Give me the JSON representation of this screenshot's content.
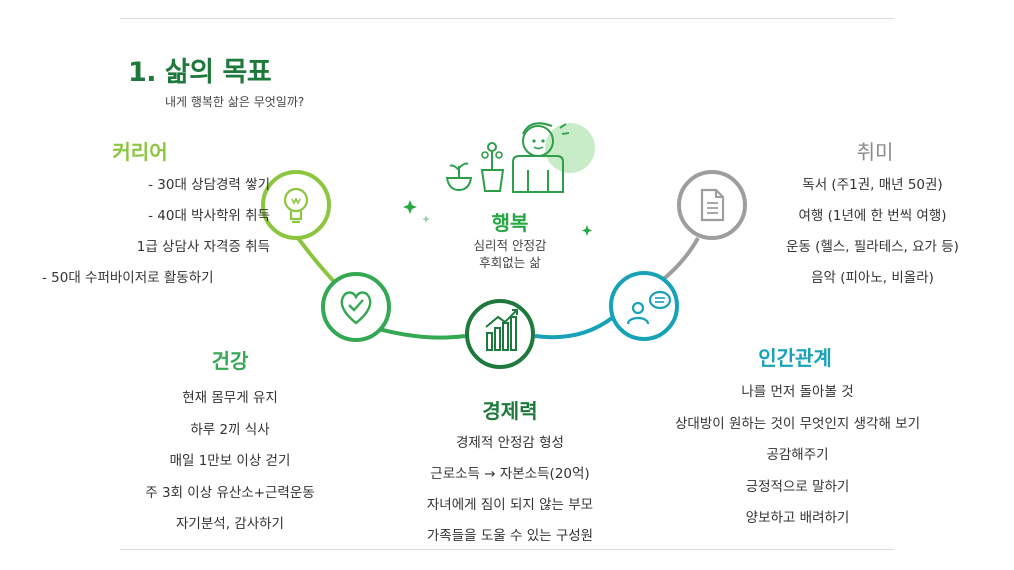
{
  "title": "1. 삶의 목표",
  "subtitle": "내게 행복한 삶은 무엇일까?",
  "categories": {
    "career": {
      "label": "커리어",
      "items": [
        "- 30대 상담경력 쌓기",
        "- 40대 박사학위 취득",
        "1급 상담사 자격증 취득",
        "-   50대 수퍼바이저로 활동하기"
      ],
      "icon": "lightbulb-icon",
      "color": "#8cc63f"
    },
    "health": {
      "label": "건강",
      "items": [
        "현재 몸무게 유지",
        "하루 2끼 식사",
        "매일 1만보 이상 걷기",
        "주 3회 이상 유산소+근력운동",
        "자기분석, 감사하기"
      ],
      "icon": "heart-check-icon",
      "color": "#34a853"
    },
    "economy": {
      "label": "경제력",
      "items": [
        "경제적 안정감 형성",
        "근로소득 → 자본소득(20억)",
        "자녀에게 짐이 되지 않는 부모",
        "가족들을 도울 수 있는 구성원"
      ],
      "icon": "growth-chart-icon",
      "color": "#1e7a3c"
    },
    "relationship": {
      "label": "인간관계",
      "items": [
        "나를 먼저 돌아볼 것",
        "상대방이 원하는 것이 무엇인지 생각해 보기",
        "공감해주기",
        "긍정적으로 말하기",
        "양보하고 배려하기"
      ],
      "icon": "person-chat-icon",
      "color": "#17a2b8"
    },
    "hobby": {
      "label": "취미",
      "items": [
        "독서 (주1권, 매년 50권)",
        "여행 (1년에 한 번씩 여행)",
        "운동 (헬스, 필라테스, 요가 등)",
        "음악 (피아노, 비올라)"
      ],
      "icon": "document-icon",
      "color": "#8a8a8a"
    },
    "happiness": {
      "label": "행복",
      "items": [
        "심리적 안정감",
        "후회없는 삶"
      ],
      "icon": "person-with-plants-icon",
      "color": "#28a745"
    }
  }
}
